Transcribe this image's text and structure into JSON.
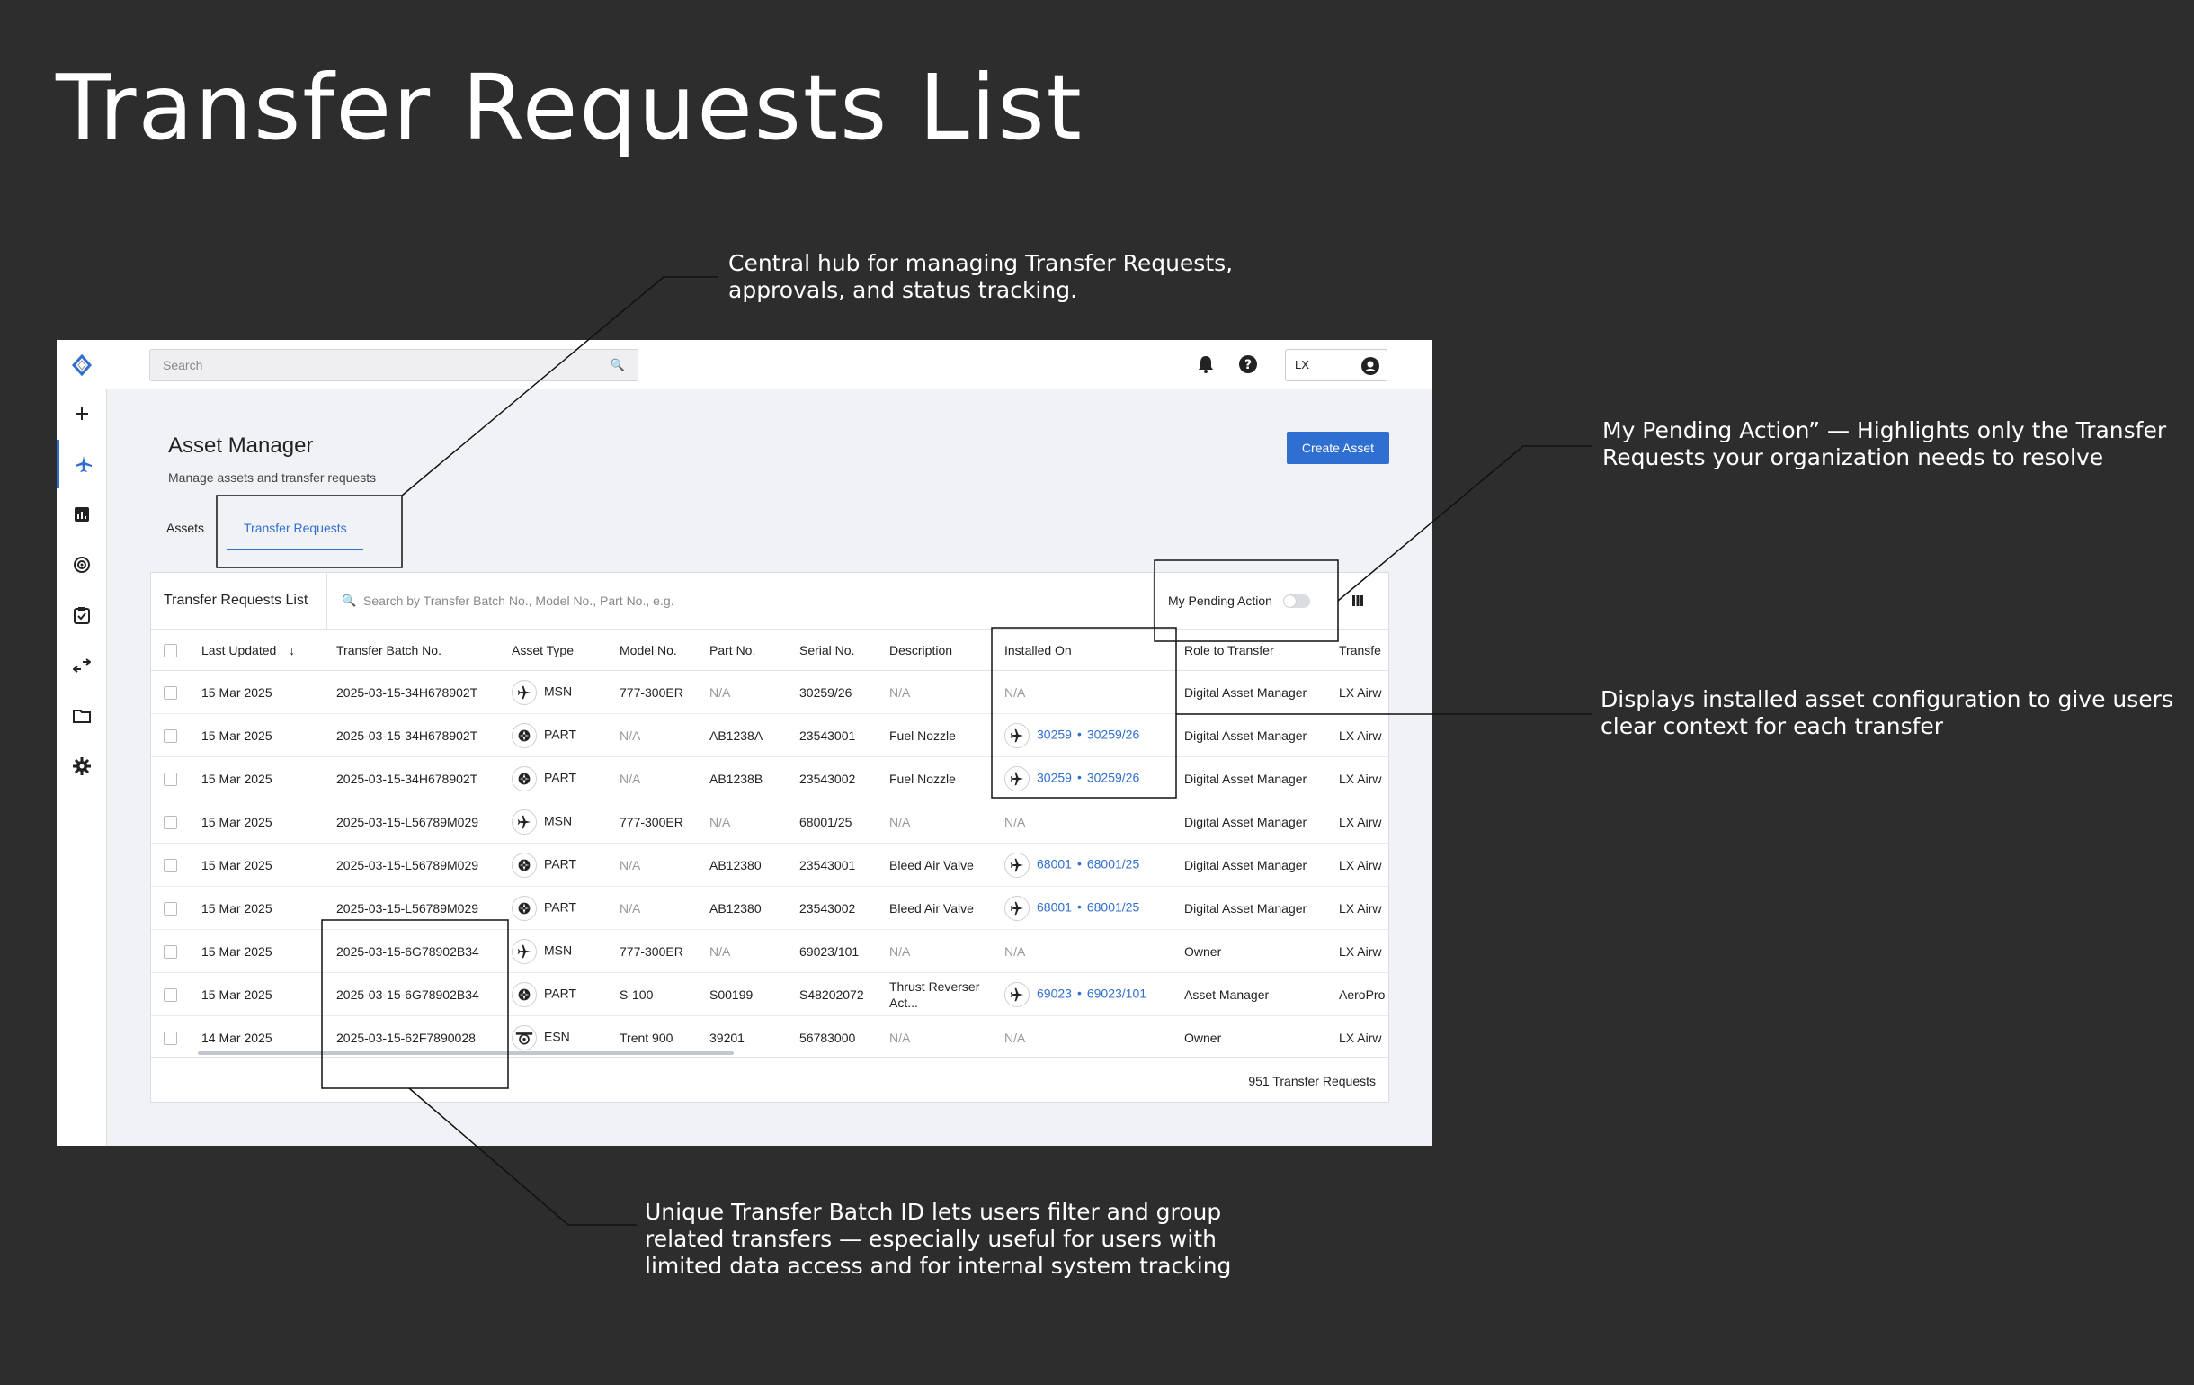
{
  "page": {
    "heading": "Transfer Requests List"
  },
  "annotations": {
    "hub": [
      "Central hub for managing Transfer Requests,",
      "approvals, and status tracking."
    ],
    "pending": [
      "My Pending Action” — Highlights only the Transfer",
      "Requests your organization needs to resolve"
    ],
    "installed": [
      "Displays installed asset configuration to give users",
      "clear context for each transfer"
    ],
    "batch": [
      "Unique Transfer Batch ID lets users filter and group",
      "related transfers — especially useful for users with",
      "limited data access and for internal system tracking"
    ]
  },
  "app": {
    "search_placeholder": "Search",
    "user_org": "LX",
    "title": "Asset Manager",
    "subtitle": "Manage assets and transfer requests",
    "create_button": "Create Asset",
    "tabs": [
      "Assets",
      "Transfer Requests"
    ],
    "selected_tab": "Transfer Requests",
    "sidebar_icons": [
      "plus-icon",
      "airplane-icon",
      "chart-icon",
      "engine-icon",
      "clipboard-check-icon",
      "transfer-icon",
      "folder-icon",
      "gear-icon"
    ],
    "accent": "#2f6fd1"
  },
  "panel": {
    "title": "Transfer Requests List",
    "search_placeholder": "Search by Transfer Batch No., Model No., Part No., e.g.",
    "pending_label": "My Pending Action",
    "pending_on": false,
    "footer": "951 Transfer Requests",
    "sort_column": "Last Updated",
    "sort_direction": "descending"
  },
  "columns": [
    "Last Updated",
    "Transfer Batch No.",
    "Asset Type",
    "Model No.",
    "Part No.",
    "Serial No.",
    "Description",
    "Installed On",
    "Role to Transfer",
    "Transfe"
  ],
  "rows": [
    {
      "date": "15 Mar 2025",
      "batch": "2025-03-15-34H678902T",
      "type": "MSN",
      "icon": "airplane-icon",
      "model": "777-300ER",
      "part": "N/A",
      "serial": "30259/26",
      "desc": "N/A",
      "inst_a": "",
      "inst_b": "",
      "inst_na": "N/A",
      "role": "Digital Asset Manager",
      "transfer": "LX Airw"
    },
    {
      "date": "15 Mar 2025",
      "batch": "2025-03-15-34H678902T",
      "type": "PART",
      "icon": "part-icon",
      "model": "N/A",
      "part": "AB1238A",
      "serial": "23543001",
      "desc": "Fuel Nozzle",
      "inst_a": "30259",
      "inst_b": "30259/26",
      "inst_na": "",
      "role": "Digital Asset Manager",
      "transfer": "LX Airw"
    },
    {
      "date": "15 Mar 2025",
      "batch": "2025-03-15-34H678902T",
      "type": "PART",
      "icon": "part-icon",
      "model": "N/A",
      "part": "AB1238B",
      "serial": "23543002",
      "desc": "Fuel Nozzle",
      "inst_a": "30259",
      "inst_b": "30259/26",
      "inst_na": "",
      "role": "Digital Asset Manager",
      "transfer": "LX Airw"
    },
    {
      "date": "15 Mar 2025",
      "batch": "2025-03-15-L56789M029",
      "type": "MSN",
      "icon": "airplane-icon",
      "model": "777-300ER",
      "part": "N/A",
      "serial": "68001/25",
      "desc": "N/A",
      "inst_a": "",
      "inst_b": "",
      "inst_na": "N/A",
      "role": "Digital Asset Manager",
      "transfer": "LX Airw"
    },
    {
      "date": "15 Mar 2025",
      "batch": "2025-03-15-L56789M029",
      "type": "PART",
      "icon": "part-icon",
      "model": "N/A",
      "part": "AB12380",
      "serial": "23543001",
      "desc": "Bleed Air Valve",
      "inst_a": "68001",
      "inst_b": "68001/25",
      "inst_na": "",
      "role": "Digital Asset Manager",
      "transfer": "LX Airw"
    },
    {
      "date": "15 Mar 2025",
      "batch": "2025-03-15-L56789M029",
      "type": "PART",
      "icon": "part-icon",
      "model": "N/A",
      "part": "AB12380",
      "serial": "23543002",
      "desc": "Bleed Air Valve",
      "inst_a": "68001",
      "inst_b": "68001/25",
      "inst_na": "",
      "role": "Digital Asset Manager",
      "transfer": "LX Airw"
    },
    {
      "date": "15 Mar 2025",
      "batch": "2025-03-15-6G78902B34",
      "type": "MSN",
      "icon": "airplane-icon",
      "model": "777-300ER",
      "part": "N/A",
      "serial": "69023/101",
      "desc": "N/A",
      "inst_a": "",
      "inst_b": "",
      "inst_na": "N/A",
      "role": "Owner",
      "transfer": "LX Airw"
    },
    {
      "date": "15 Mar 2025",
      "batch": "2025-03-15-6G78902B34",
      "type": "PART",
      "icon": "part-icon",
      "model": "S-100",
      "part": "S00199",
      "serial": "S48202072",
      "desc": "Thrust Reverser Act...",
      "inst_a": "69023",
      "inst_b": "69023/101",
      "inst_na": "",
      "role": "Asset Manager",
      "transfer": "AeroPro"
    },
    {
      "date": "14 Mar 2025",
      "batch": "2025-03-15-62F7890028",
      "type": "ESN",
      "icon": "engine-icon",
      "model": "Trent 900",
      "part": "39201",
      "serial": "56783000",
      "desc": "N/A",
      "inst_a": "",
      "inst_b": "",
      "inst_na": "N/A",
      "role": "Owner",
      "transfer": "LX Airw"
    }
  ]
}
